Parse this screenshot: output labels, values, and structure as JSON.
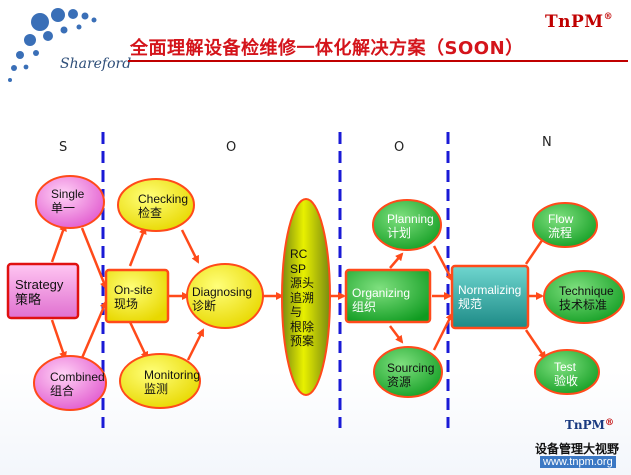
{
  "title": "全面理解设备检维修一体化解决方案（SOON）",
  "logo": {
    "company": "Shareford",
    "brand": "TnPM",
    "registered": "®"
  },
  "watermark": {
    "brand": "TnPM",
    "registered": "®",
    "caption": "设备管理大视野",
    "url": "www.tnpm.org"
  },
  "phases": [
    "S",
    "O",
    "O",
    "N"
  ],
  "nodes": {
    "strategy": {
      "en": "Strategy",
      "zh": "策略"
    },
    "single": {
      "en": "Single",
      "zh": "单一"
    },
    "combined": {
      "en": "Combined",
      "zh": "组合"
    },
    "onsite": {
      "en": "On-site",
      "zh": "现场"
    },
    "checking": {
      "en": "Checking",
      "zh": "检查"
    },
    "monitoring": {
      "en": "Monitoring",
      "zh": "监测"
    },
    "diagnosing": {
      "en": "Diagnosing",
      "zh": "诊断"
    },
    "rcsp": {
      "line1": "RC",
      "line2": "SP",
      "line3": "源头",
      "line4": "追溯",
      "line5": "与",
      "line6": "根除",
      "line7": "预案"
    },
    "organizing": {
      "en": "Organizing",
      "zh": "组织"
    },
    "planning": {
      "en": "Planning",
      "zh": "计划"
    },
    "sourcing": {
      "en": "Sourcing",
      "zh": "资源"
    },
    "normalizing": {
      "en": "Normalizing",
      "zh": "规范"
    },
    "flow": {
      "en": "Flow",
      "zh": "流程"
    },
    "technique": {
      "en": "Technique",
      "zh": "技术标准"
    },
    "test": {
      "en": "Test",
      "zh": "验收"
    }
  },
  "colors": {
    "title": "#d4141b",
    "pink": "#f08ce0",
    "yellow": "#f2f000",
    "green": "#20b020",
    "teal": "#2aa79f",
    "arrow": "#ff4a1a",
    "divider": "#1a1ad6"
  }
}
